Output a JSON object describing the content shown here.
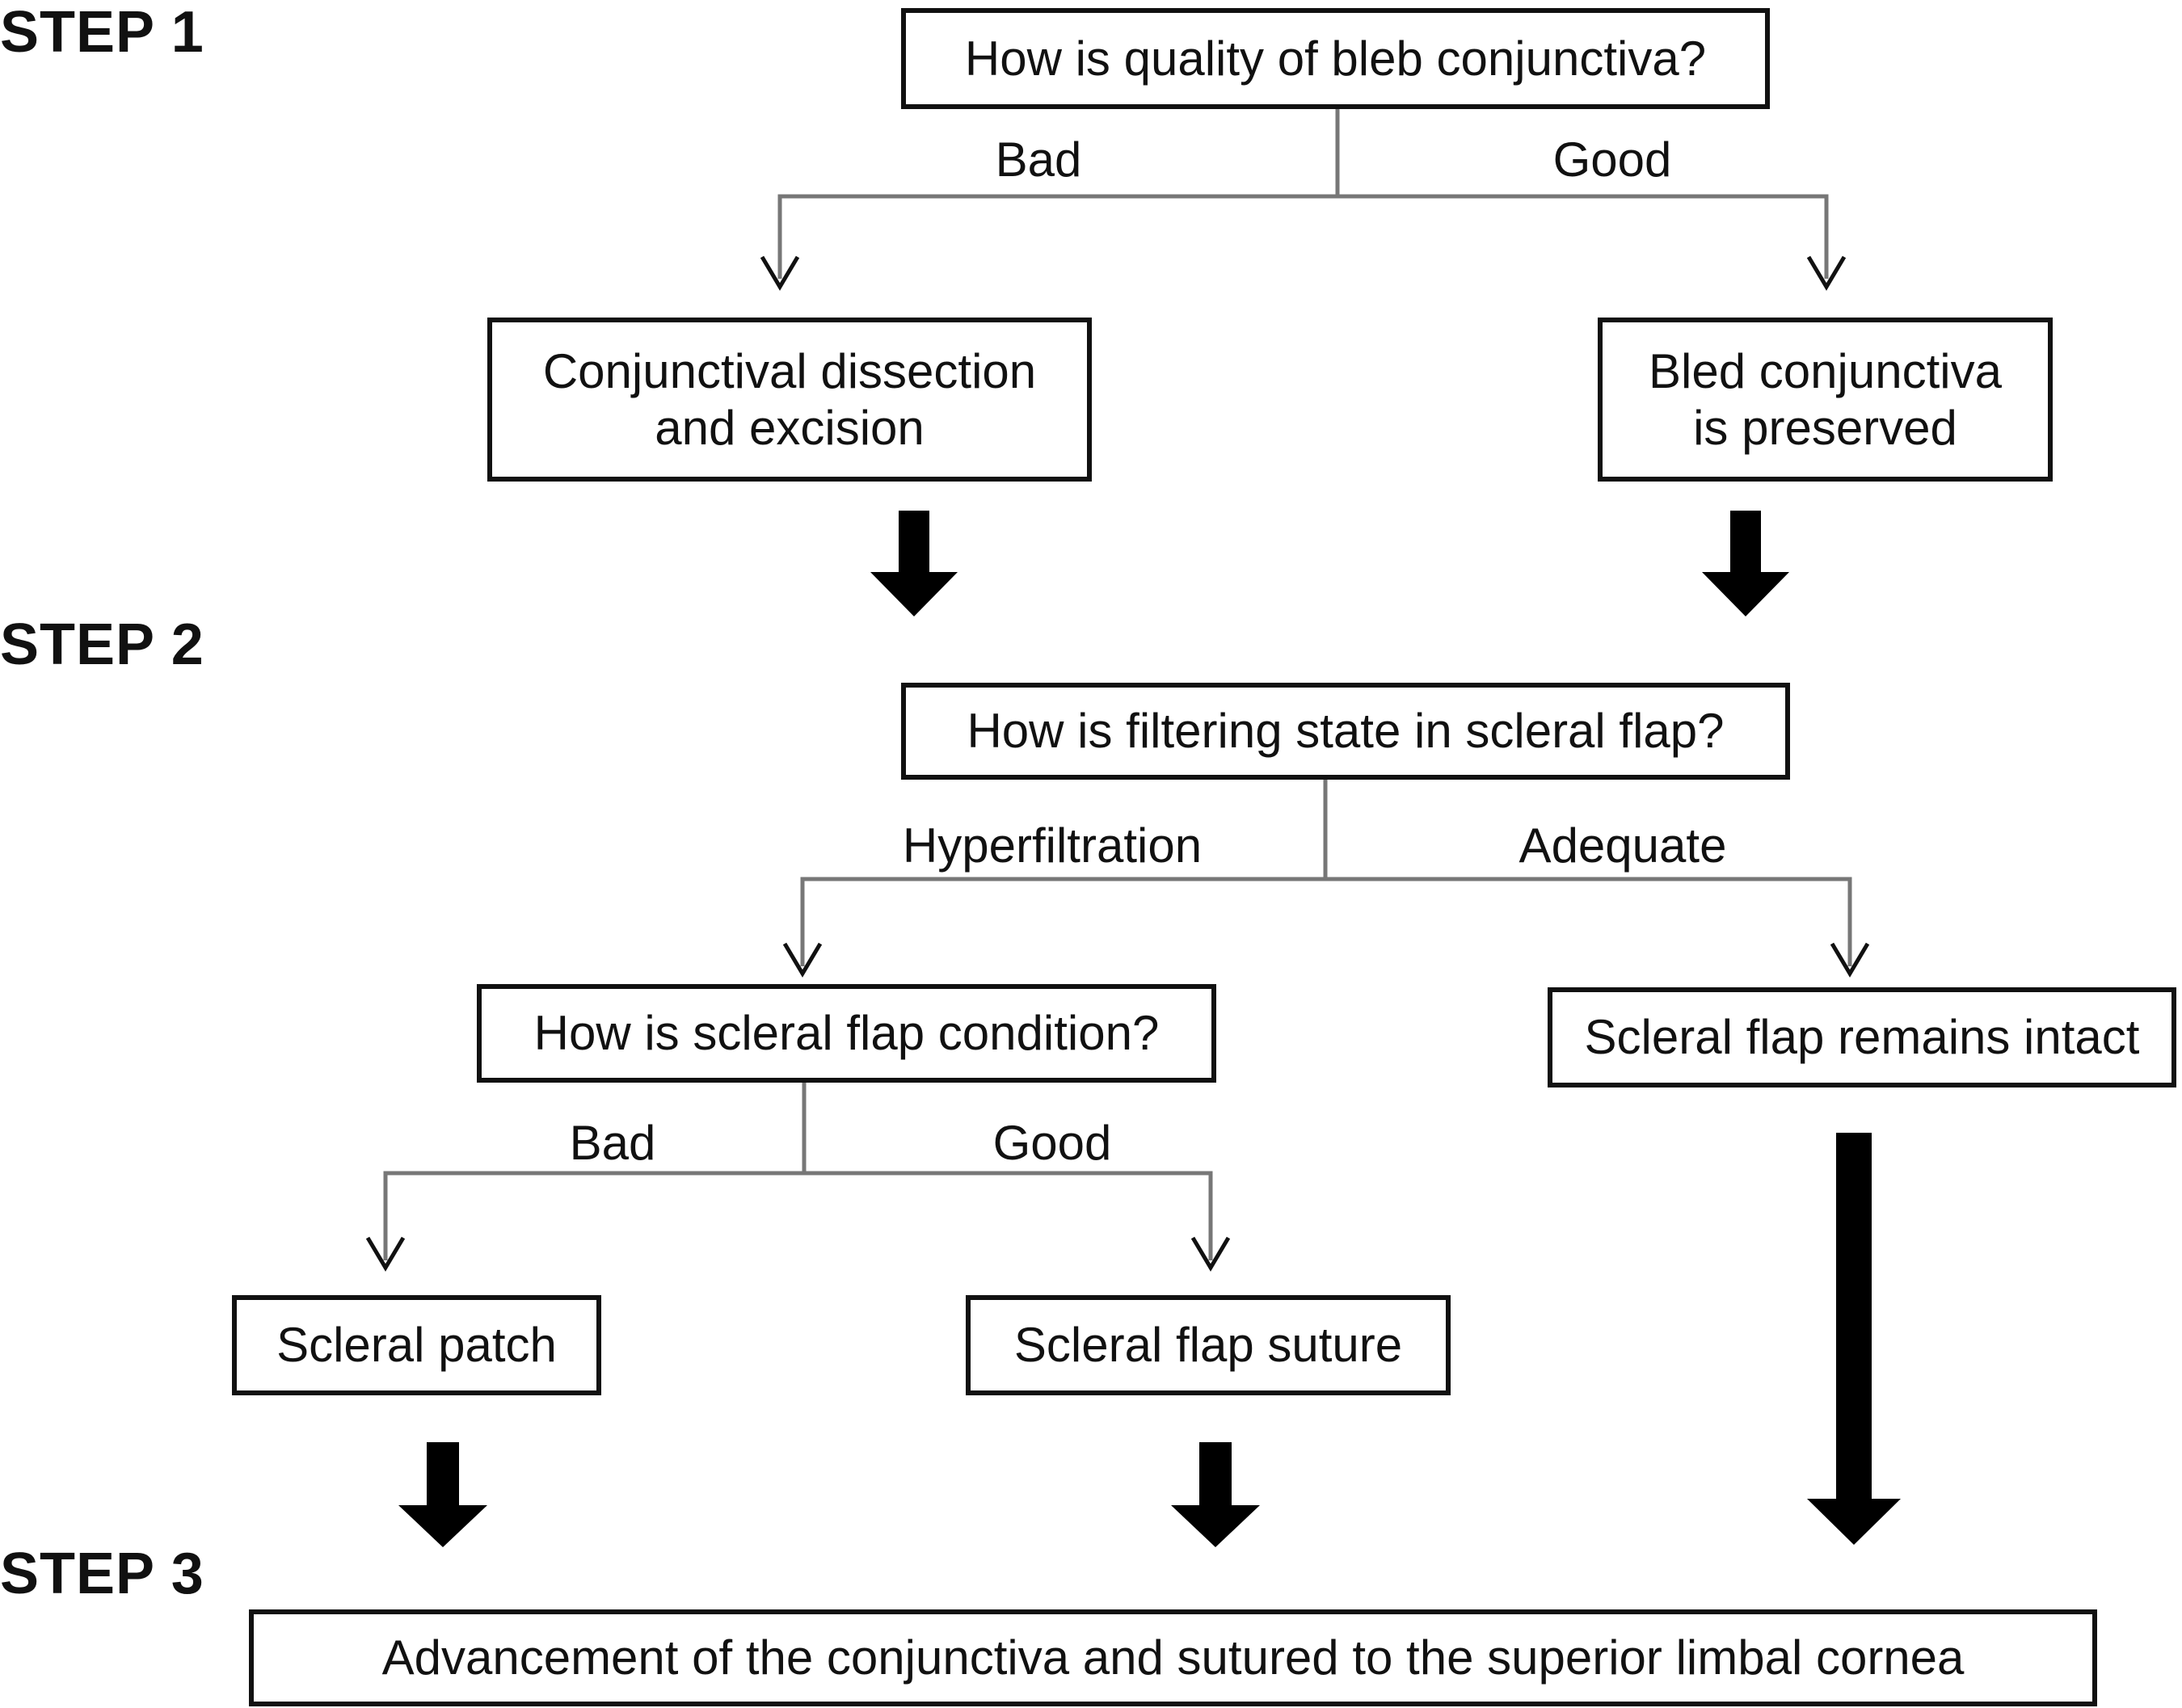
{
  "steps": {
    "step1": "STEP 1",
    "step2": "STEP 2",
    "step3": "STEP 3"
  },
  "nodes": {
    "q1": "How is quality of bleb conjunctiva?",
    "dissection": "Conjunctival dissection\nand excision",
    "preserved": "Bled conjunctiva\nis preserved",
    "q2": "How is filtering state in scleral flap?",
    "q3": "How is scleral flap condition?",
    "intact": "Scleral flap remains intact",
    "patch": "Scleral patch",
    "suture": "Scleral flap suture",
    "final": "Advancement of the conjunctiva and sutured to the superior limbal cornea"
  },
  "edges": {
    "q1_bad": "Bad",
    "q1_good": "Good",
    "q2_hyper": "Hyperfiltration",
    "q2_adequate": "Adequate",
    "q3_bad": "Bad",
    "q3_good": "Good"
  }
}
